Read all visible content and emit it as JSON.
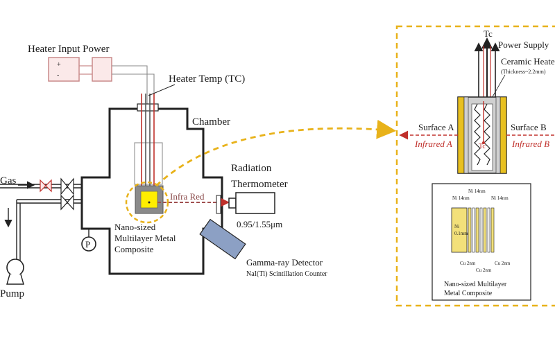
{
  "labels": {
    "heater_input_power": "Heater Input Power",
    "heater_temp": "Heater Temp (TC)",
    "chamber": "Chamber",
    "gas": "Gas",
    "pump": "Pump",
    "pressure_gauge": "P",
    "radiation_thermometer_1": "Radiation",
    "radiation_thermometer_2": "Thermometer",
    "wavelength": "0.95/1.55μm",
    "infra_red": "Infra Red",
    "sample_1": "Nano-sized",
    "sample_2": "Multilayer Metal",
    "sample_3": "Composite",
    "gamma_1": "Gamma-ray Detector",
    "gamma_2": "NaI(Tl) Scintillation Counter",
    "psu_plus": "+",
    "psu_minus": "-"
  },
  "detail": {
    "tc_top": "Tc",
    "power_supply": "Power Supply",
    "ceramic_heater": "Ceramic Heater",
    "thickness": "(Thickness~2.2mm)",
    "surface_a": "Surface A",
    "surface_b": "Surface B",
    "infrared_a": "Infrared A",
    "infrared_b": "Infrared B",
    "tc_center": "Tc",
    "ni_14_a": "Ni 14nm",
    "ni_14_b": "Ni 14nm",
    "ni_14_c": "Ni 14nm",
    "ni_plate_1": "Ni",
    "ni_plate_2": "0.1mm",
    "cu_2_a": "Cu 2nm",
    "cu_2_b": "Cu 2nm",
    "cu_2_c": "Cu 2nm",
    "composite_1": "Nano-sized Multilayer",
    "composite_2": "Metal Composite"
  },
  "colors": {
    "outline": "#222222",
    "pink": "#c98a8a",
    "pink_fill": "#fbe9e9",
    "red": "#c0302b",
    "gold": "#e8b21a",
    "yellow": "#ffee00",
    "grey": "#8a8a8a",
    "gamma_fill": "#8ca0c4"
  }
}
